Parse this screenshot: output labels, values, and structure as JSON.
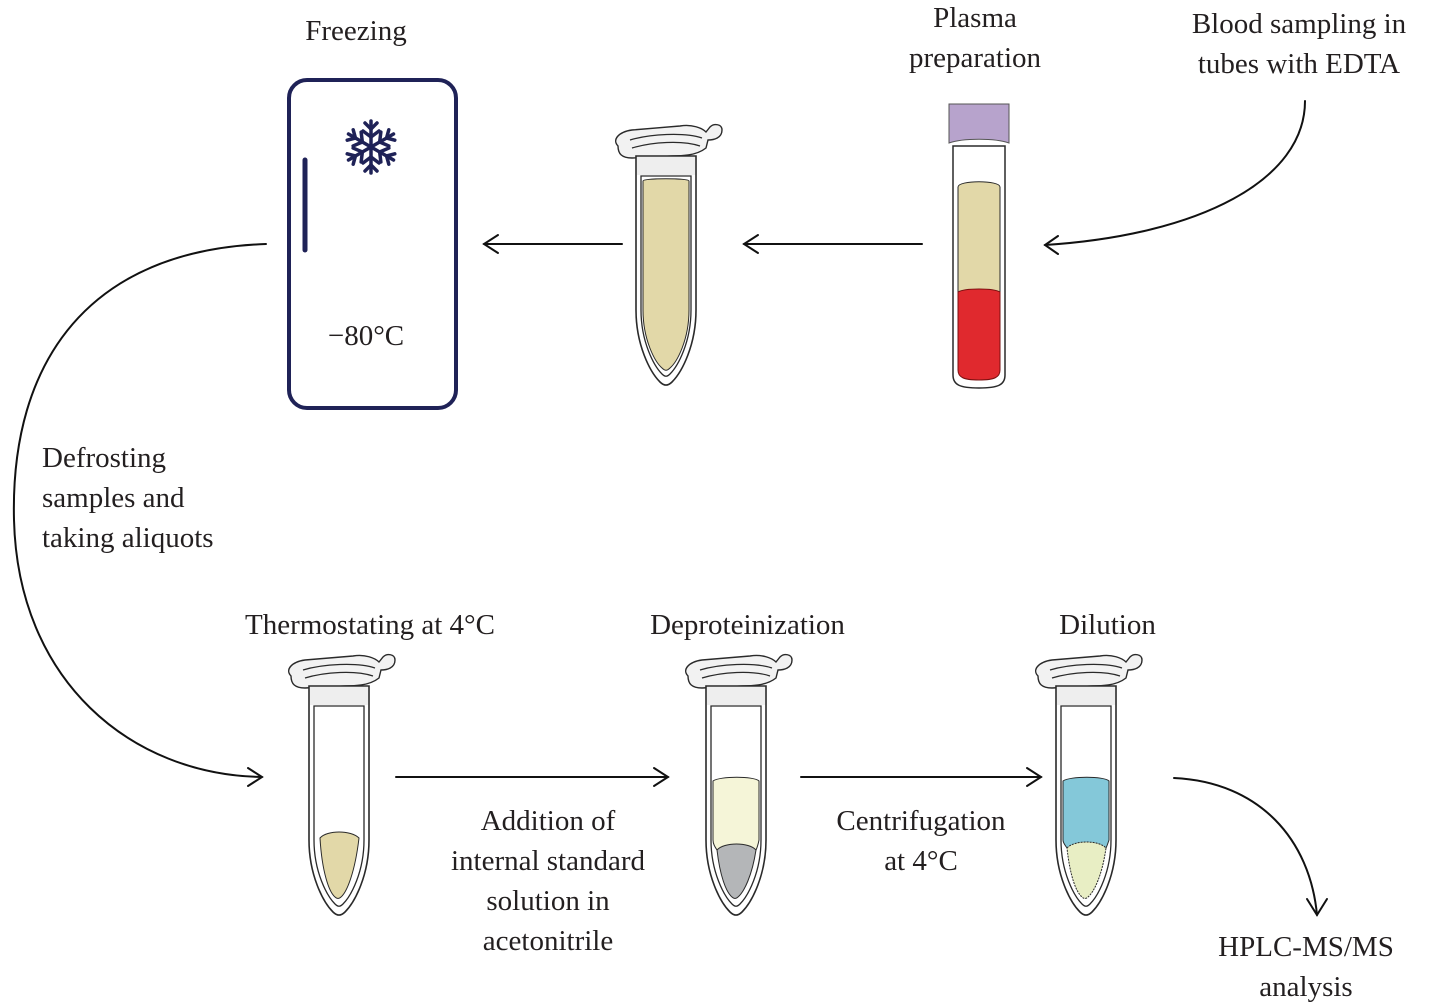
{
  "diagram": {
    "type": "workflow",
    "steps": {
      "blood_sampling": {
        "lines": [
          "Blood sampling in",
          "tubes with EDTA"
        ]
      },
      "plasma_preparation": {
        "lines": [
          "Plasma",
          "preparation"
        ]
      },
      "freezing": {
        "title": "Freezing",
        "temperature": "−80°C"
      },
      "defrosting": {
        "lines": [
          "Defrosting",
          "samples and",
          "taking aliquots"
        ]
      },
      "thermostating": {
        "title": "Thermostating at 4°C"
      },
      "deproteinization": {
        "title": "Deproteinization"
      },
      "dilution": {
        "title": "Dilution"
      },
      "addition": {
        "lines": [
          "Addition of",
          "internal standard",
          "solution in",
          "acetonitrile"
        ]
      },
      "centrifugation": {
        "lines": [
          "Centrifugation",
          "at 4°C"
        ]
      },
      "analysis": {
        "lines": [
          "HPLC-MS/MS",
          "analysis"
        ]
      }
    },
    "icons": {
      "freezer": "freezer-icon",
      "snowflake": "snowflake-icon",
      "blood_tube": "vacutainer-tube-icon",
      "microtube": "microcentrifuge-tube-icon"
    },
    "colors": {
      "freezer_outline": "#1f2257",
      "tube_cap_purple": "#b7a3cc",
      "plasma": "#e2d8a8",
      "blood_red": "#e0292e",
      "supernatant_pale": "#f5f5d8",
      "pellet_gray": "#b4b6b8",
      "diluted_blue": "#84c8d9",
      "diluted_bottom": "#e8eec4",
      "arrow": "#111111"
    }
  }
}
